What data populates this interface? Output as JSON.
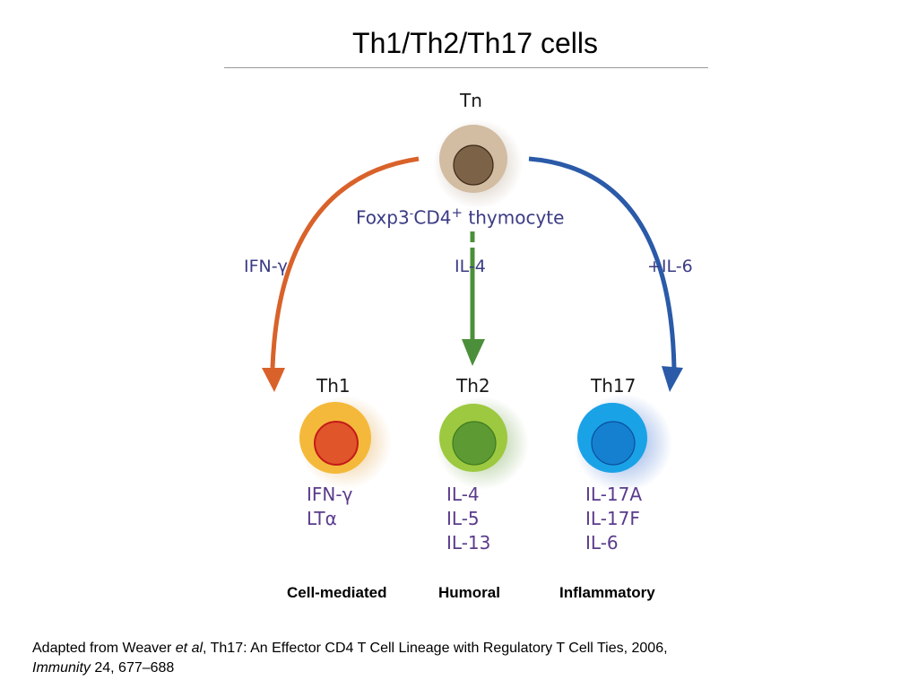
{
  "title": "Th1/Th2/Th17 cells",
  "colors": {
    "th1_arrow": "#d9622a",
    "th2_arrow": "#4c8f3a",
    "th17_arrow": "#2a5aa8",
    "tn_outer": "#d2bca2",
    "tn_inner": "#7c6348",
    "th1_outer": "#f4b93a",
    "th1_inner": "#e0552a",
    "th2_outer": "#9cc93f",
    "th2_inner": "#5e9a34",
    "th17_outer": "#1aa2e6",
    "th17_inner": "#1580d0"
  },
  "diagram": {
    "naive_cell": "Tn",
    "precursor": {
      "base": "Foxp3",
      "sup1": "-",
      "mid": "CD4",
      "sup2": "+",
      "tail": " thymocyte"
    },
    "pathways": {
      "th1": {
        "signal": "IFN-γ",
        "cell": "Th1",
        "products": [
          "IFN-γ",
          "LTα"
        ],
        "function": "Cell-mediated"
      },
      "th2": {
        "signal": "IL-4",
        "cell": "Th2",
        "products": [
          "IL-4",
          "IL-5",
          "IL-13"
        ],
        "function": "Humoral"
      },
      "th17": {
        "signal": "+IL-6",
        "cell": "Th17",
        "products": [
          "IL-17A",
          "IL-17F",
          "IL-6"
        ],
        "function": "Inflammatory"
      }
    }
  },
  "citation": {
    "prefix": "Adapted from Weaver ",
    "etal": "et al",
    "rest": ", Th17: An Effector CD4 T Cell Lineage with Regulatory T Cell Ties, 2006,",
    "journal": "Immunity",
    "ref": " 24, 677–688"
  }
}
